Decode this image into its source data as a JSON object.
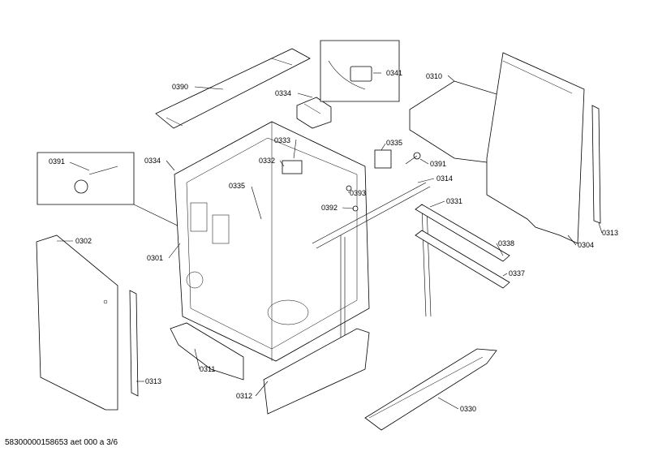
{
  "labels": {
    "p0390": "0390",
    "p0334a": "0334",
    "p0341": "0341",
    "p0310": "0310",
    "p0391a": "0391",
    "p0334b": "0334",
    "p0333": "0333",
    "p0332": "0332",
    "p0335a": "0335",
    "p0335b": "0335",
    "p0391b": "0391",
    "p0393": "0393",
    "p0314": "0314",
    "p0392": "0392",
    "p0331": "0331",
    "p0302": "0302",
    "p0301": "0301",
    "p0338": "0338",
    "p0304": "0304",
    "p0313a": "0313",
    "p0337": "0337",
    "p0313b": "0313",
    "p0311": "0311",
    "p0312": "0312",
    "p0330": "0330"
  },
  "footer": "58300000158653 aet 000 a 3/6"
}
